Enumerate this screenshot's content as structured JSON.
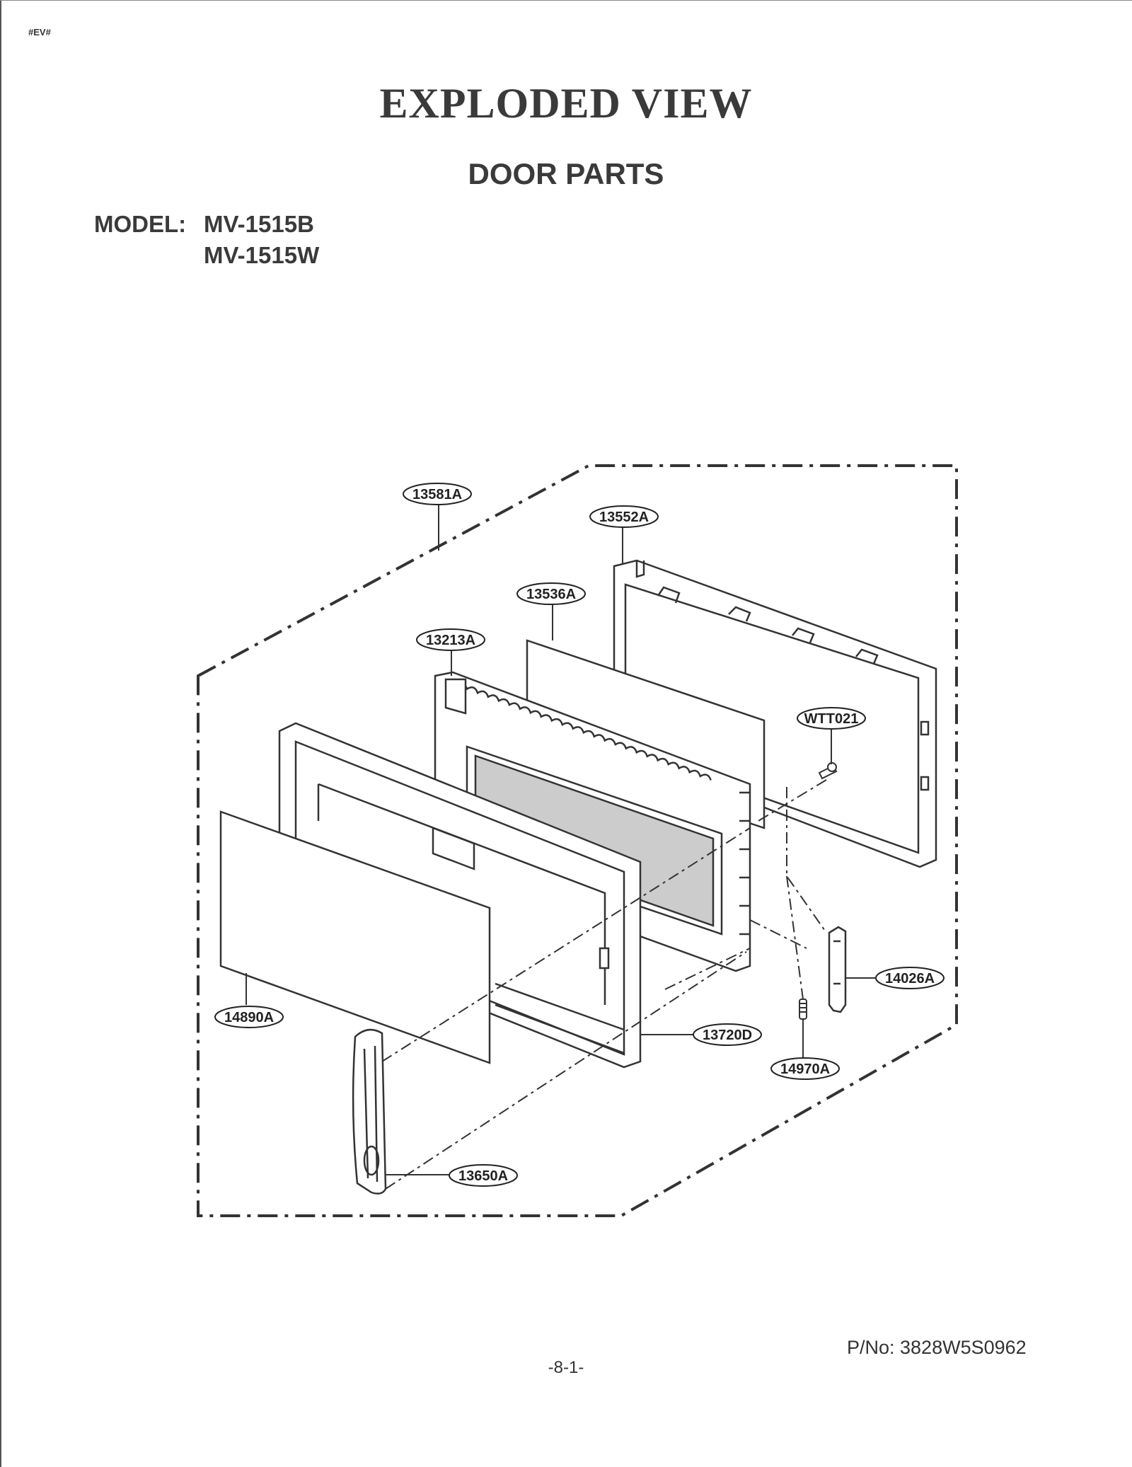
{
  "header": {
    "corner_tag": "#EV#",
    "title": "EXPLODED VIEW",
    "subtitle": "DOOR PARTS",
    "model_label": "MODEL:",
    "models": [
      "MV-1515B",
      "MV-1515W"
    ]
  },
  "callouts": {
    "c13581A": "13581A",
    "c13552A": "13552A",
    "c13536A": "13536A",
    "c13213A": "13213A",
    "cWTT021": "WTT021",
    "c14026A": "14026A",
    "c14890A": "14890A",
    "c13720D": "13720D",
    "c14970A": "14970A",
    "c13650A": "13650A"
  },
  "footer": {
    "part_no": "P/No: 3828W5S0962",
    "page": "-8-1-"
  }
}
